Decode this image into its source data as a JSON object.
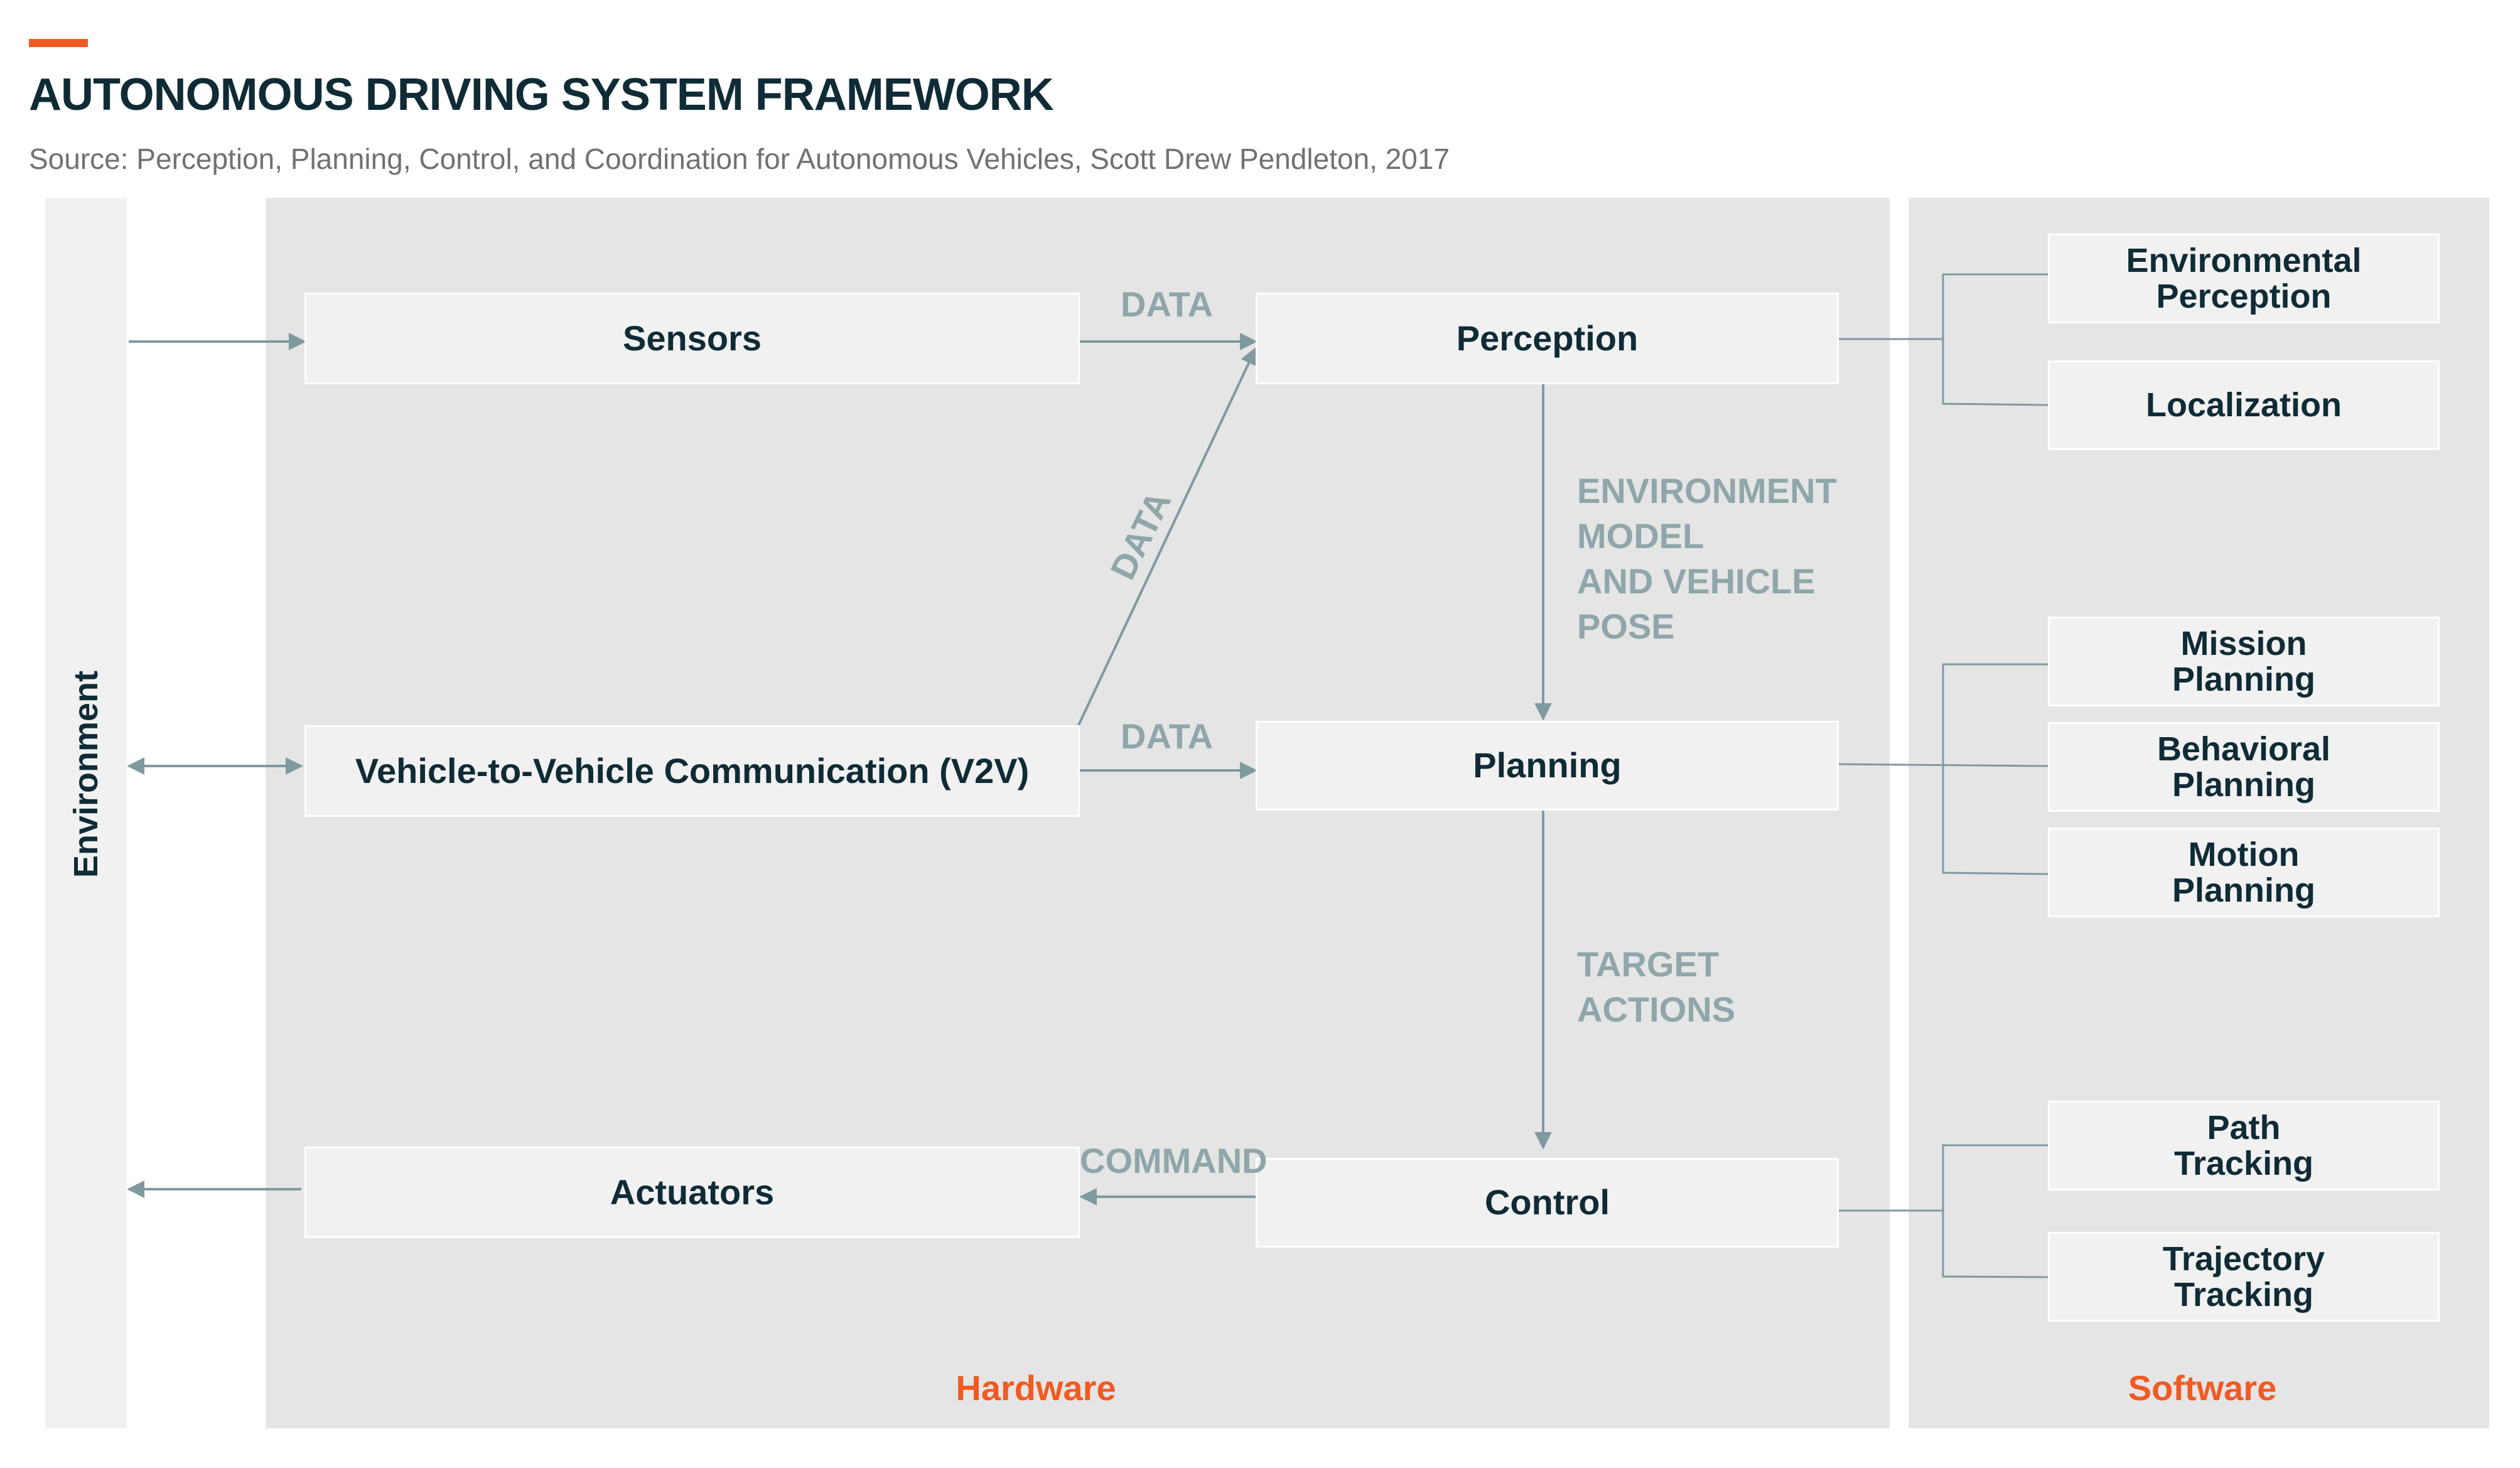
{
  "header": {
    "title": "AUTONOMOUS DRIVING SYSTEM FRAMEWORK",
    "source": "Source: Perception, Planning, Control, and Coordination for Autonomous Vehicles, Scott Drew Pendleton, 2017"
  },
  "sections": {
    "environment": "Environment",
    "hardware": "Hardware",
    "software": "Software"
  },
  "hardware_boxes": {
    "sensors": "Sensors",
    "v2v": "Vehicle-to-Vehicle Communication (V2V)",
    "actuators": "Actuators",
    "perception": "Perception",
    "planning": "Planning",
    "control": "Control"
  },
  "software_boxes": {
    "environmental_perception": [
      "Environmental",
      "Perception"
    ],
    "localization": "Localization",
    "mission_planning": [
      "Mission",
      "Planning"
    ],
    "behavioral_planning": [
      "Behavioral",
      "Planning"
    ],
    "motion_planning": [
      "Motion",
      "Planning"
    ],
    "path_tracking": [
      "Path",
      "Tracking"
    ],
    "trajectory_tracking": [
      "Trajectory",
      "Tracking"
    ]
  },
  "flow_labels": {
    "data_sensors": "DATA",
    "data_diagonal": "DATA",
    "data_v2v": "DATA",
    "environment_model": [
      "ENVIRONMENT",
      "MODEL",
      "AND VEHICLE",
      "POSE"
    ],
    "target_actions": [
      "TARGET",
      "ACTIONS"
    ],
    "command": "COMMAND"
  },
  "colors": {
    "accent": "#f15a22",
    "title_text": "#0f2b36",
    "flow_text": "#8fa6aa",
    "panel_bg": "#e5e5e5",
    "box_bg": "#f1f1f1"
  }
}
